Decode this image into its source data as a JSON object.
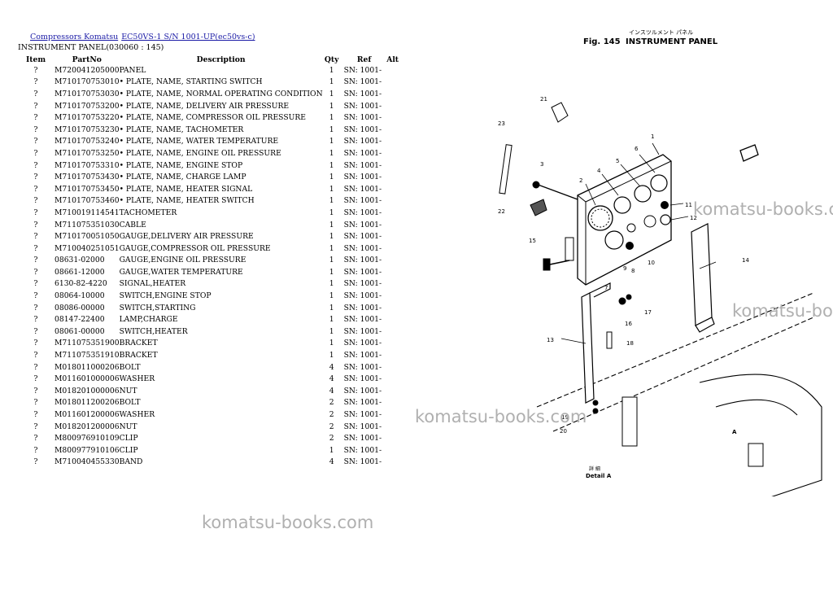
{
  "breadcrumb": {
    "link1": "Compressors Komatsu",
    "link2": "EC50VS-1 S/N 1001-UP(ec50vs-c)"
  },
  "subtitle": "INSTRUMENT PANEL(030060 : 145)",
  "table": {
    "headers": {
      "item": "Item",
      "partno": "PartNo",
      "description": "Description",
      "qty": "Qty",
      "ref": "Ref",
      "alt": "Alt"
    },
    "rows": [
      {
        "item": "?",
        "partno": "M720041205000",
        "description": "PANEL",
        "qty": "1",
        "ref": "SN: 1001-"
      },
      {
        "item": "?",
        "partno": "M710170753010",
        "description": "• PLATE, NAME, STARTING SWITCH",
        "qty": "1",
        "ref": "SN: 1001-"
      },
      {
        "item": "?",
        "partno": "M710170753030",
        "description": "• PLATE, NAME, NORMAL OPERATING CONDITION",
        "qty": "1",
        "ref": "SN: 1001-"
      },
      {
        "item": "?",
        "partno": "M710170753200",
        "description": "• PLATE, NAME, DELIVERY AIR PRESSURE",
        "qty": "1",
        "ref": "SN: 1001-"
      },
      {
        "item": "?",
        "partno": "M710170753220",
        "description": "• PLATE, NAME, COMPRESSOR OIL PRESSURE",
        "qty": "1",
        "ref": "SN: 1001-"
      },
      {
        "item": "?",
        "partno": "M710170753230",
        "description": "• PLATE, NAME, TACHOMETER",
        "qty": "1",
        "ref": "SN: 1001-"
      },
      {
        "item": "?",
        "partno": "M710170753240",
        "description": "• PLATE, NAME, WATER TEMPERATURE",
        "qty": "1",
        "ref": "SN: 1001-"
      },
      {
        "item": "?",
        "partno": "M710170753250",
        "description": "• PLATE, NAME, ENGINE OIL PRESSURE",
        "qty": "1",
        "ref": "SN: 1001-"
      },
      {
        "item": "?",
        "partno": "M710170753310",
        "description": "• PLATE, NAME, ENGINE STOP",
        "qty": "1",
        "ref": "SN: 1001-"
      },
      {
        "item": "?",
        "partno": "M710170753430",
        "description": "• PLATE, NAME, CHARGE LAMP",
        "qty": "1",
        "ref": "SN: 1001-"
      },
      {
        "item": "?",
        "partno": "M710170753450",
        "description": "• PLATE, NAME, HEATER SIGNAL",
        "qty": "1",
        "ref": "SN: 1001-"
      },
      {
        "item": "?",
        "partno": "M710170753460",
        "description": "• PLATE, NAME, HEATER SWITCH",
        "qty": "1",
        "ref": "SN: 1001-"
      },
      {
        "item": "?",
        "partno": "M710019114541",
        "description": "TACHOMETER",
        "qty": "1",
        "ref": "SN: 1001-"
      },
      {
        "item": "?",
        "partno": "M711075351030",
        "description": "CABLE",
        "qty": "1",
        "ref": "SN: 1001-"
      },
      {
        "item": "?",
        "partno": "M710170051050",
        "description": "GAUGE,DELIVERY AIR PRESSURE",
        "qty": "1",
        "ref": "SN: 1001-"
      },
      {
        "item": "?",
        "partno": "M710040251051",
        "description": "GAUGE,COMPRESSOR OIL PRESSURE",
        "qty": "1",
        "ref": "SN: 1001-"
      },
      {
        "item": "?",
        "partno": "08631-02000",
        "description": "GAUGE,ENGINE OIL PRESSURE",
        "qty": "1",
        "ref": "SN: 1001-"
      },
      {
        "item": "?",
        "partno": "08661-12000",
        "description": "GAUGE,WATER TEMPERATURE",
        "qty": "1",
        "ref": "SN: 1001-"
      },
      {
        "item": "?",
        "partno": "6130-82-4220",
        "description": "SIGNAL,HEATER",
        "qty": "1",
        "ref": "SN: 1001-"
      },
      {
        "item": "?",
        "partno": "08064-10000",
        "description": "SWITCH,ENGINE STOP",
        "qty": "1",
        "ref": "SN: 1001-"
      },
      {
        "item": "?",
        "partno": "08086-00000",
        "description": "SWITCH,STARTING",
        "qty": "1",
        "ref": "SN: 1001-"
      },
      {
        "item": "?",
        "partno": "08147-22400",
        "description": "LAMP,CHARGE",
        "qty": "1",
        "ref": "SN: 1001-"
      },
      {
        "item": "?",
        "partno": "08061-00000",
        "description": "SWITCH,HEATER",
        "qty": "1",
        "ref": "SN: 1001-"
      },
      {
        "item": "?",
        "partno": "M711075351900",
        "description": "BRACKET",
        "qty": "1",
        "ref": "SN: 1001-"
      },
      {
        "item": "?",
        "partno": "M711075351910",
        "description": "BRACKET",
        "qty": "1",
        "ref": "SN: 1001-"
      },
      {
        "item": "?",
        "partno": "M018011000206",
        "description": "BOLT",
        "qty": "4",
        "ref": "SN: 1001-"
      },
      {
        "item": "?",
        "partno": "M011601000006",
        "description": "WASHER",
        "qty": "4",
        "ref": "SN: 1001-"
      },
      {
        "item": "?",
        "partno": "M018201000006",
        "description": "NUT",
        "qty": "4",
        "ref": "SN: 1001-"
      },
      {
        "item": "?",
        "partno": "M018011200206",
        "description": "BOLT",
        "qty": "2",
        "ref": "SN: 1001-"
      },
      {
        "item": "?",
        "partno": "M011601200006",
        "description": "WASHER",
        "qty": "2",
        "ref": "SN: 1001-"
      },
      {
        "item": "?",
        "partno": "M018201200006",
        "description": "NUT",
        "qty": "2",
        "ref": "SN: 1001-"
      },
      {
        "item": "?",
        "partno": "M800976910109",
        "description": "CLIP",
        "qty": "2",
        "ref": "SN: 1001-"
      },
      {
        "item": "?",
        "partno": "M800977910106",
        "description": "CLIP",
        "qty": "1",
        "ref": "SN: 1001-"
      },
      {
        "item": "?",
        "partno": "M710040455330",
        "description": "BAND",
        "qty": "4",
        "ref": "SN: 1001-"
      }
    ]
  },
  "diagram": {
    "fig_label": "Fig. 145",
    "fig_title": "INSTRUMENT PANEL",
    "jp_caption": "インスツルメント パネル",
    "detail_caption": "Detail A",
    "detail_jp": "詳 細",
    "detail_mark": "A",
    "callouts": [
      "1",
      "2",
      "3",
      "4",
      "5",
      "6",
      "7",
      "8",
      "9",
      "10",
      "11",
      "12",
      "13",
      "14",
      "15",
      "16",
      "17",
      "18",
      "19",
      "20",
      "21",
      "22",
      "23"
    ]
  },
  "watermark": "komatsu-books.com"
}
